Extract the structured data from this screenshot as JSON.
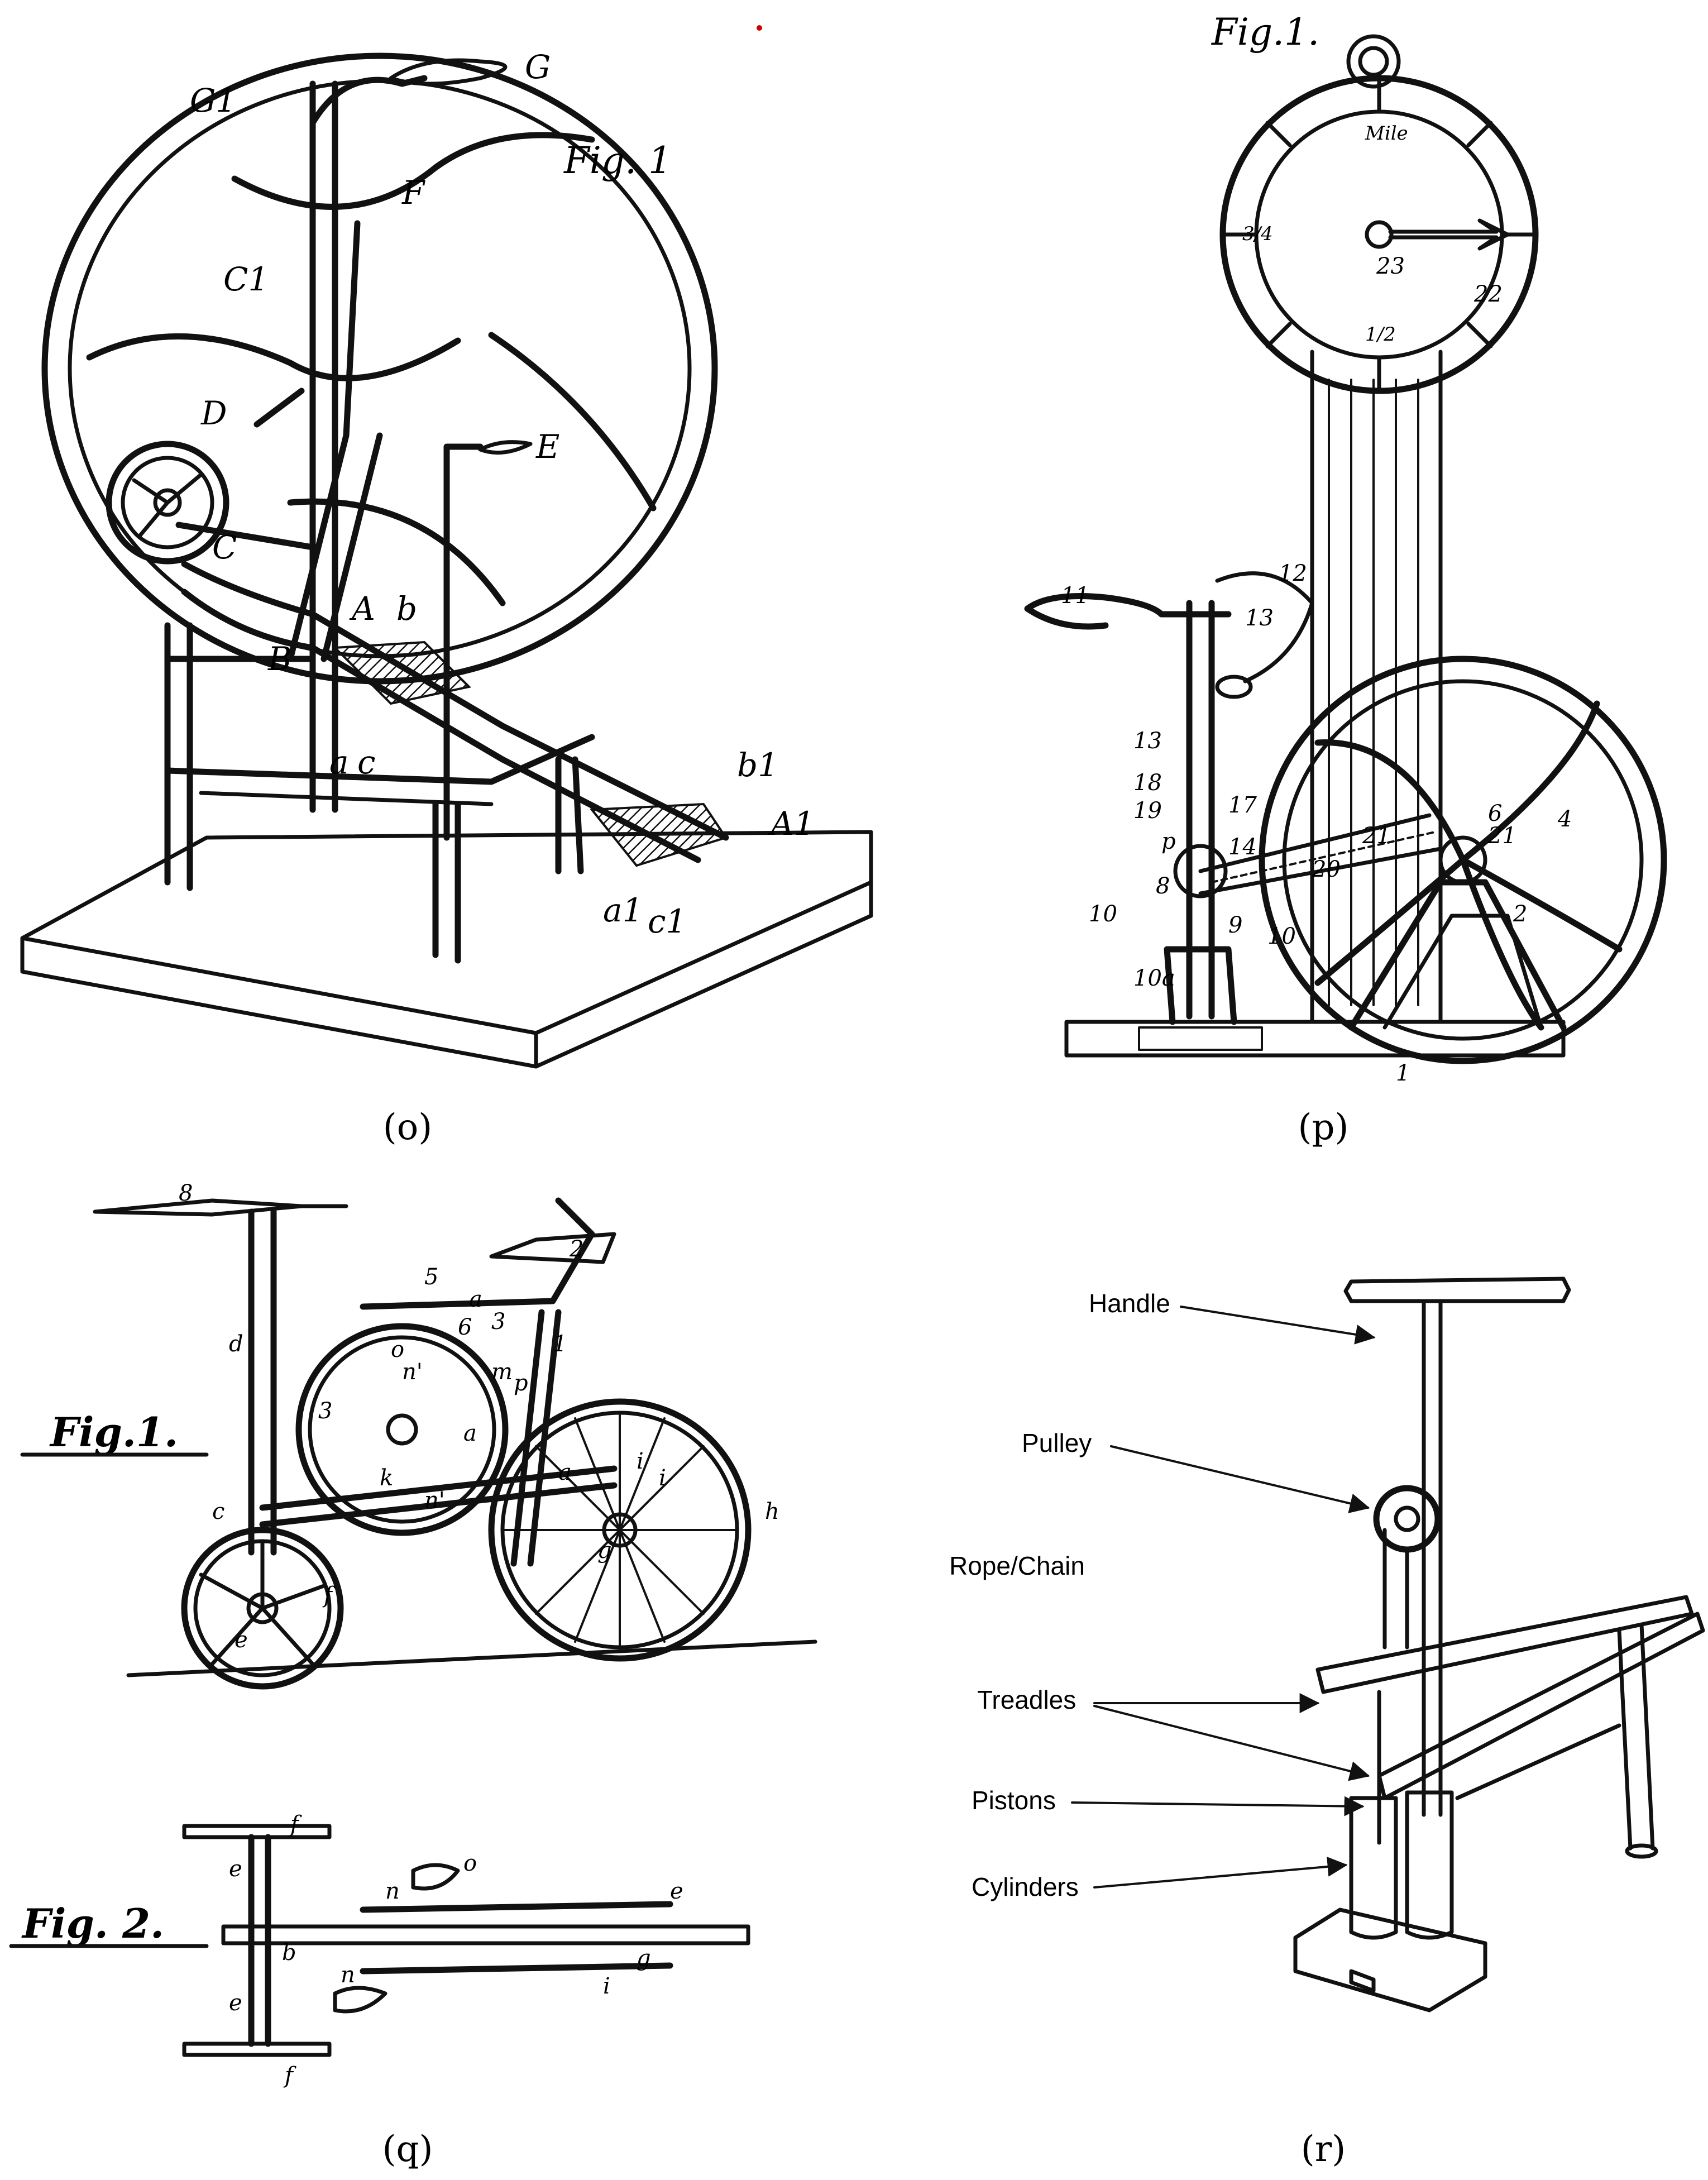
{
  "panels": {
    "o": {
      "caption": "(o)",
      "fig_title": "Fig. 1",
      "labels": [
        "G",
        "G1",
        "F",
        "C1",
        "D",
        "E",
        "C",
        "A",
        "b",
        "B",
        "a",
        "c",
        "b1",
        "A1",
        "a1",
        "c1"
      ]
    },
    "p": {
      "caption": "(p)",
      "fig_title": "Fig.1.",
      "dial_text": [
        "Mile",
        "3/4",
        "1/2",
        "23",
        "22"
      ],
      "labels": [
        "11",
        "12",
        "13",
        "13",
        "18",
        "19",
        "17",
        "p",
        "14",
        "8",
        "10",
        "10",
        "9",
        "10a",
        "20",
        "21",
        "6",
        "21",
        "4",
        "2",
        "1"
      ]
    },
    "q": {
      "caption": "(q)",
      "fig1_title": "Fig.1.",
      "fig2_title": "Fig. 2.",
      "labels": [
        "8",
        "d",
        "5",
        "a",
        "6",
        "3",
        "2",
        "1",
        "m",
        "p",
        "o",
        "n'",
        "3",
        "a",
        "k",
        "n'",
        "a",
        "i",
        "i",
        "g",
        "h",
        "c",
        "e",
        "f",
        "f",
        "e",
        "b",
        "e",
        "f",
        "n",
        "o",
        "e",
        "g",
        "n",
        "i"
      ]
    },
    "r": {
      "caption": "(r)",
      "labels": {
        "handle": "Handle",
        "pulley": "Pulley",
        "rope": "Rope/Chain",
        "treadles": "Treadles",
        "pistons": "Pistons",
        "cylinders": "Cylinders"
      }
    }
  },
  "colors": {
    "ink": "#111111",
    "background": "#ffffff",
    "marker": "#d40000"
  }
}
